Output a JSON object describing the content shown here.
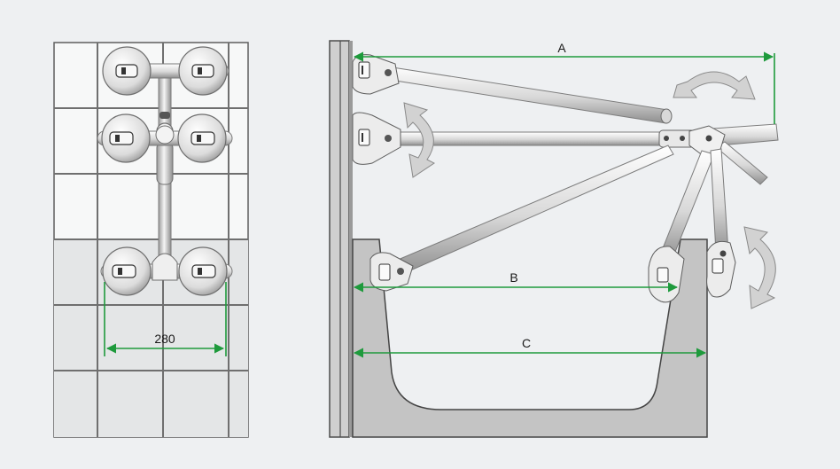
{
  "labels": {
    "width_280": "280",
    "dim_a": "A",
    "dim_b": "B",
    "dim_c": "C"
  },
  "colors": {
    "dimension_line": "#1e9a3c",
    "background": "#eef0f2",
    "wall_tile": "#f7f8f8",
    "grout": "#6f6f6f",
    "bathtub": "#c4c4c4",
    "metal": "#e6e6e6",
    "rotation_arrow": "#d2d2d2"
  },
  "icons": {
    "rotation": "curved-double-arrow-icon",
    "mount": "suction-cup-icon"
  }
}
